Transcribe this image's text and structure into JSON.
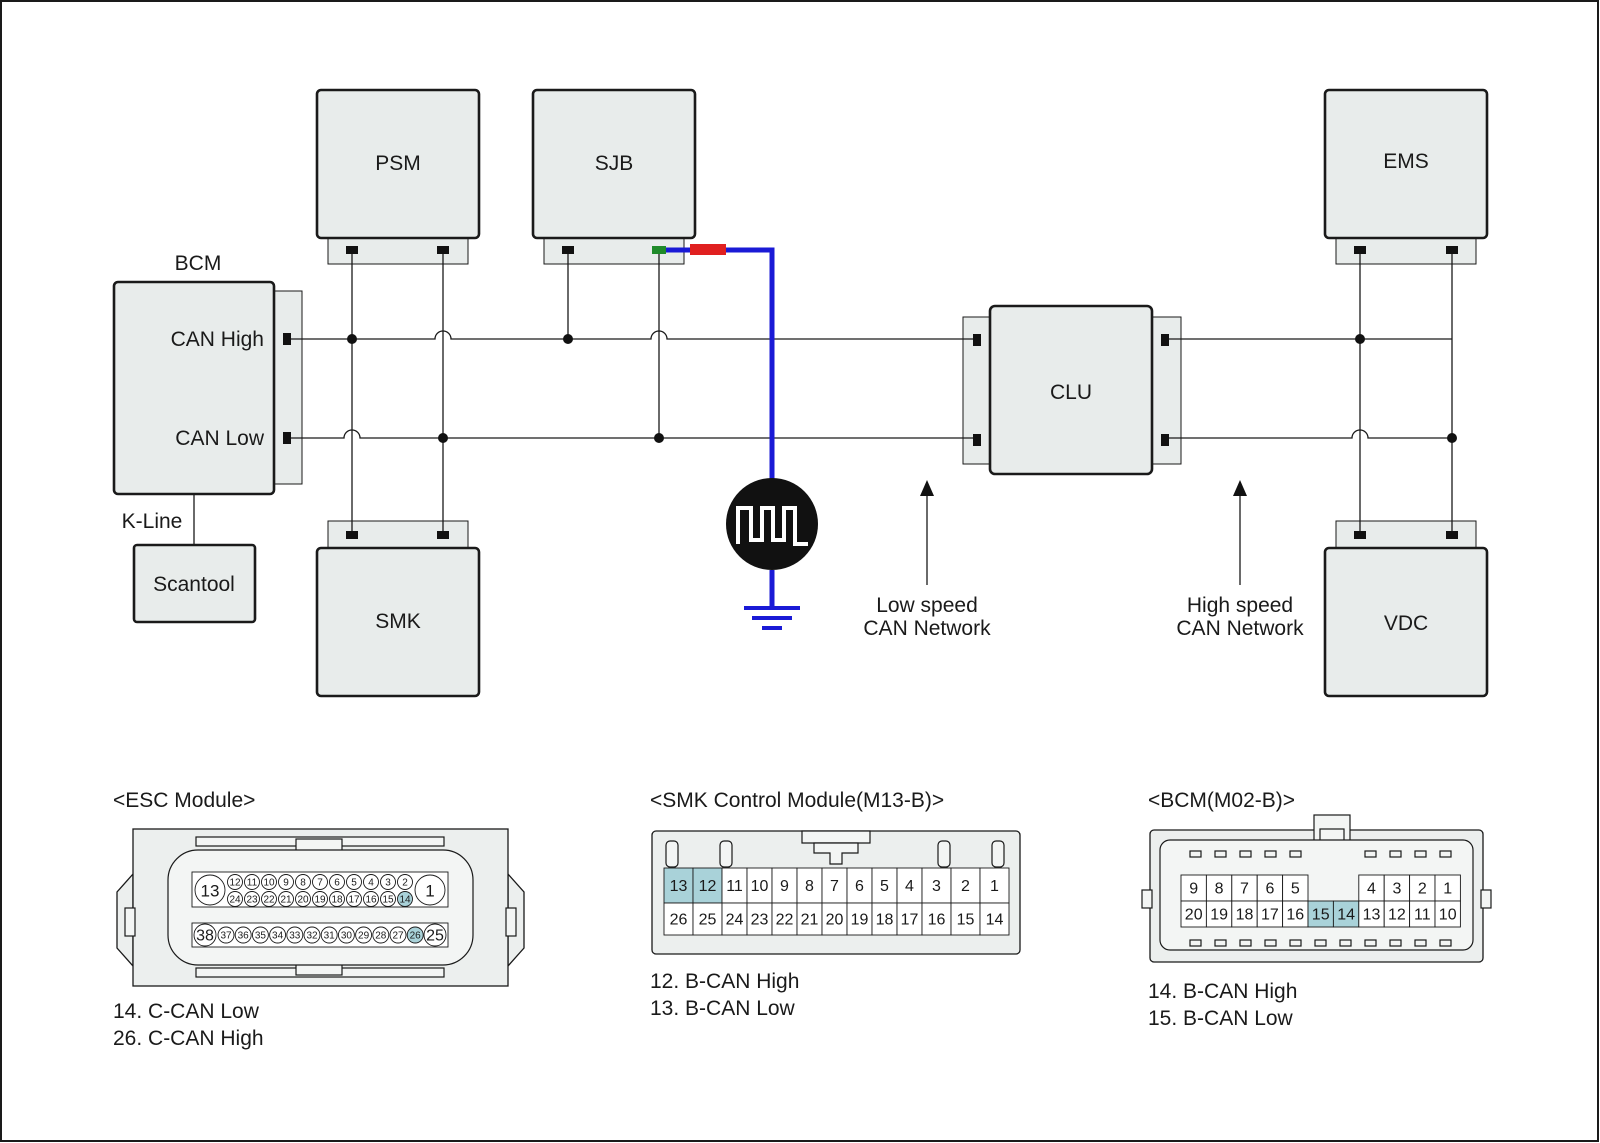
{
  "modules": {
    "psm": "PSM",
    "sjb": "SJB",
    "ems": "EMS",
    "bcm": "BCM",
    "clu": "CLU",
    "smk": "SMK",
    "vdc": "VDC",
    "scantool": "Scantool"
  },
  "bcm_pins": {
    "can_high": "CAN High",
    "can_low": "CAN Low"
  },
  "k_line": "K-Line",
  "annotations": {
    "low_speed": [
      "Low speed",
      "CAN Network"
    ],
    "high_speed": [
      "High speed",
      "CAN Network"
    ]
  },
  "colors": {
    "signal_wire": "#1a1ad6",
    "probe_red": "#e02020",
    "probe_green": "#1f8a2a",
    "highlight_pin": "#a9d2d9"
  },
  "connectors": {
    "esc": {
      "title": "<ESC Module>",
      "row_top_big": [
        "13",
        "1"
      ],
      "row_top": [
        "12",
        "11",
        "10",
        "9",
        "8",
        "7",
        "6",
        "5",
        "4",
        "3",
        "2"
      ],
      "row_mid": [
        "24",
        "23",
        "22",
        "21",
        "20",
        "19",
        "18",
        "17",
        "16",
        "15",
        "14"
      ],
      "row_bottom_big": [
        "38",
        "25"
      ],
      "row_bottom": [
        "37",
        "36",
        "35",
        "34",
        "33",
        "32",
        "31",
        "30",
        "29",
        "28",
        "27",
        "26"
      ],
      "highlight": [
        "14",
        "26"
      ],
      "notes": [
        "14. C-CAN Low",
        "26. C-CAN High"
      ]
    },
    "smk": {
      "title": "<SMK Control Module(M13-B)>",
      "row1": [
        "13",
        "12",
        "11",
        "10",
        "9",
        "8",
        "7",
        "6",
        "5",
        "4",
        "3",
        "2",
        "1"
      ],
      "row2": [
        "26",
        "25",
        "24",
        "23",
        "22",
        "21",
        "20",
        "19",
        "18",
        "17",
        "16",
        "15",
        "14"
      ],
      "highlight": [
        "12",
        "13"
      ],
      "notes": [
        "12. B-CAN High",
        "13. B-CAN Low"
      ]
    },
    "bcm": {
      "title": "<BCM(M02-B)>",
      "row1": [
        "9",
        "8",
        "7",
        "6",
        "5",
        "4",
        "3",
        "2",
        "1"
      ],
      "row2": [
        "20",
        "19",
        "18",
        "17",
        "16",
        "15",
        "14",
        "13",
        "12",
        "11",
        "10"
      ],
      "highlight": [
        "14",
        "15"
      ],
      "notes": [
        "14. B-CAN High",
        "15. B-CAN Low"
      ]
    }
  }
}
